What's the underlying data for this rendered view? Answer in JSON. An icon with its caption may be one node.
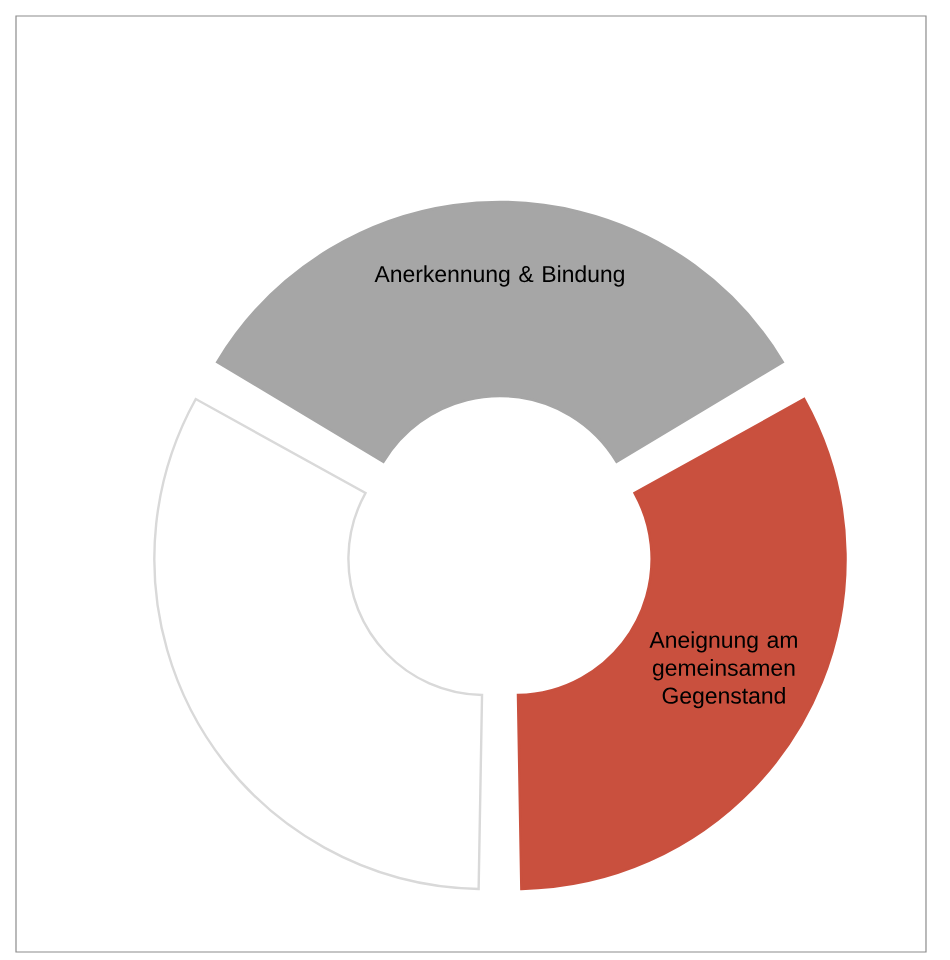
{
  "diagram": {
    "nodes": [
      {
        "text": [
          "Anerkennung & Bindung"
        ]
      },
      {
        "text": [
          "Aneignung am gemeinsamen Gegenstand"
        ]
      },
      {
        "text": [],
        "shape": "sector"
      }
    ]
  }
}
